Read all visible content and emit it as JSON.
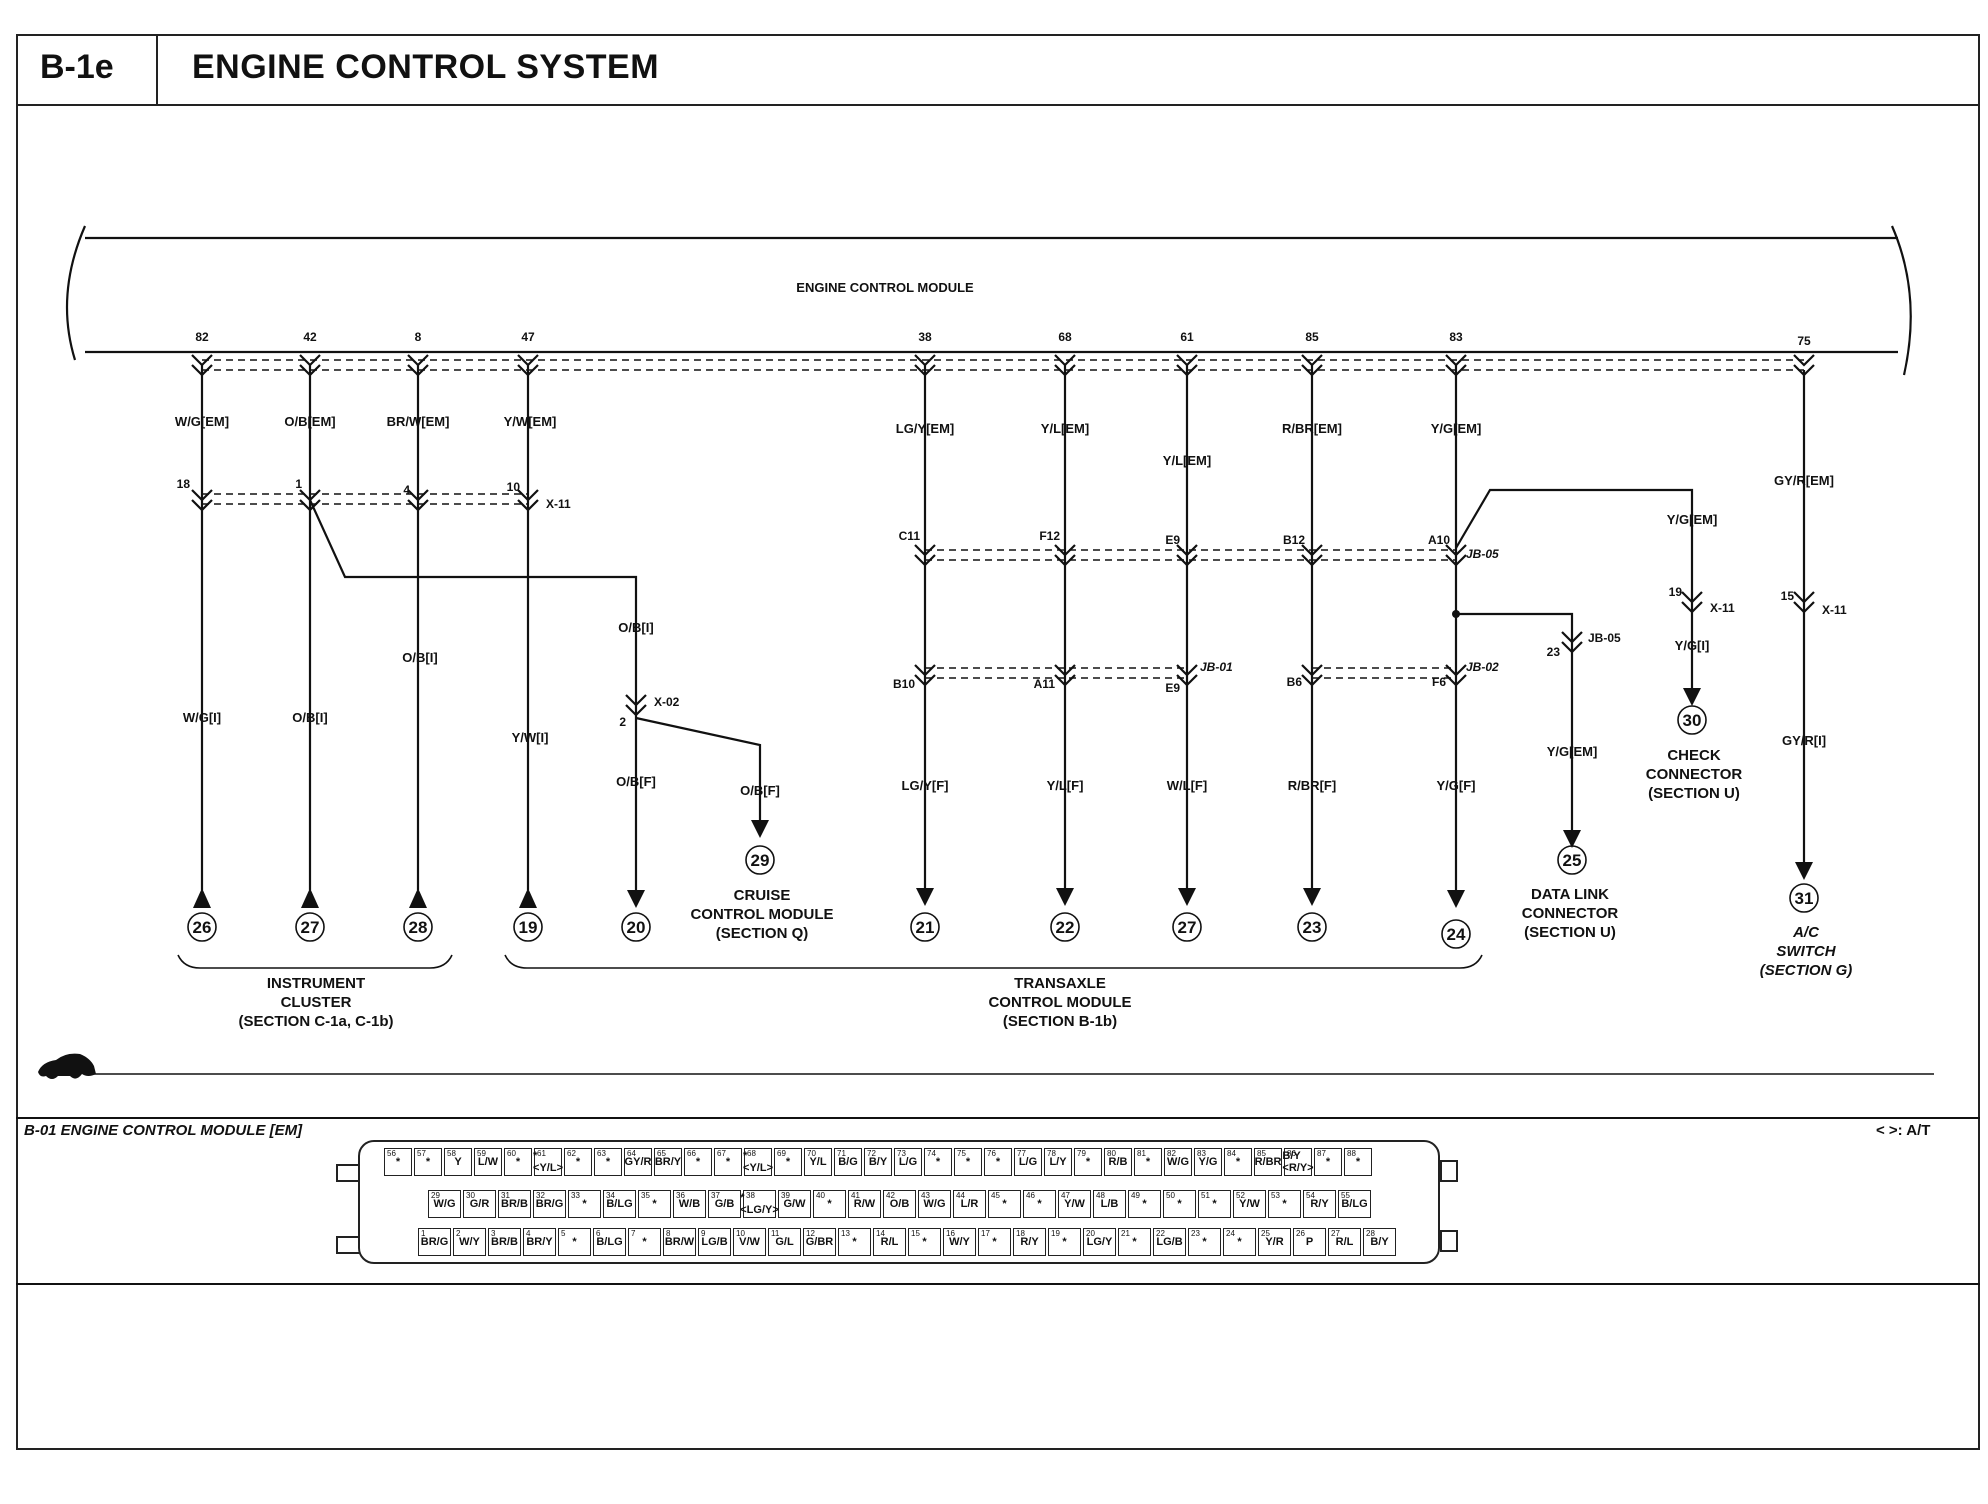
{
  "header": {
    "code": "B-1e",
    "title": "ENGINE CONTROL SYSTEM"
  },
  "diagram": {
    "ecm_label": "ENGINE CONTROL MODULE",
    "pins": [
      "82",
      "42",
      "8",
      "47",
      "38",
      "68",
      "61",
      "85",
      "83",
      "75"
    ],
    "wires": {
      "w82": {
        "upper": "W/G[EM]",
        "conn_pin": "18",
        "lower": "W/G[I]",
        "ref": "26"
      },
      "w42": {
        "upper": "O/B[EM]",
        "conn_pin": "1",
        "lower": "O/B[I]",
        "ref": "27"
      },
      "w8": {
        "upper": "BR/W[EM]",
        "conn_pin": "4",
        "mid": "O/B[I]",
        "ref": "28"
      },
      "w47": {
        "upper": "Y/W[EM]",
        "conn_pin": "10",
        "conn": "X-11",
        "lower": "Y/W[I]",
        "ref": "19"
      },
      "branch": {
        "label1": "O/B[I]",
        "conn": "X-02",
        "pin": "2",
        "lower": "O/B[F]",
        "ref": "20",
        "side": "O/B[F]",
        "side_ref": "29"
      },
      "w38": {
        "upper": "LG/Y[EM]",
        "pin_top": "C11",
        "pin_bot": "B10",
        "lower": "LG/Y[F]",
        "ref": "21"
      },
      "w68": {
        "upper": "Y/L[EM]",
        "pin_top": "F12",
        "pin_bot": "A11",
        "lower": "Y/L[F]",
        "ref": "22"
      },
      "w61": {
        "upper": "Y/L[EM]",
        "pin_top": "E9",
        "conn_top": "JB-01",
        "pin_bot": "E9",
        "lower": "W/L[F]",
        "ref": "27"
      },
      "w85": {
        "upper": "R/BR[EM]",
        "pin_top": "B12",
        "pin_bot": "B6",
        "lower": "R/BR[F]",
        "ref": "23"
      },
      "w83": {
        "upper": "Y/G[EM]",
        "pin_top": "A10",
        "conn_top": "JB-05",
        "pin_bot": "F6",
        "conn_bot": "JB-02",
        "lower": "Y/G[F]",
        "ref": "24"
      },
      "dlc": {
        "pin": "23",
        "conn": "JB-05",
        "lower": "Y/G[EM]",
        "ref": "25"
      },
      "check": {
        "upper": "Y/G[EM]",
        "pin": "19",
        "conn": "X-11",
        "lower": "Y/G[I]",
        "ref": "30"
      },
      "w75": {
        "upper": "GY/R[EM]",
        "pin": "15",
        "conn": "X-11",
        "lower": "GY/R[I]",
        "ref": "31"
      }
    },
    "captions": {
      "cruise": [
        "CRUISE",
        "CONTROL MODULE",
        "(SECTION Q)"
      ],
      "instrument": [
        "INSTRUMENT",
        "CLUSTER",
        "(SECTION C-1a, C-1b)"
      ],
      "transaxle": [
        "TRANSAXLE",
        "CONTROL MODULE",
        "(SECTION B-1b)"
      ],
      "dlc": [
        "DATA LINK",
        "CONNECTOR",
        "(SECTION U)"
      ],
      "check": [
        "CHECK",
        "CONNECTOR",
        "(SECTION U)"
      ],
      "ac": [
        "A/C",
        "SWITCH",
        "(SECTION G)"
      ]
    }
  },
  "connector": {
    "title": "B-01 ENGINE CONTROL MODULE [EM]",
    "legend": "< >: A/T",
    "row1": [
      {
        "p": "56",
        "w": "*"
      },
      {
        "p": "57",
        "w": "*"
      },
      {
        "p": "58",
        "w": "Y"
      },
      {
        "p": "59",
        "w": "L/W"
      },
      {
        "p": "60",
        "w": "*"
      },
      {
        "p": "61",
        "w": "* <Y/L>"
      },
      {
        "p": "62",
        "w": "*"
      },
      {
        "p": "63",
        "w": "*"
      },
      {
        "p": "64",
        "w": "GY/R"
      },
      {
        "p": "65",
        "w": "BR/Y"
      },
      {
        "p": "66",
        "w": "*"
      },
      {
        "p": "67",
        "w": "*"
      },
      {
        "p": "68",
        "w": "* <Y/L>"
      },
      {
        "p": "69",
        "w": "*"
      },
      {
        "p": "70",
        "w": "Y/L"
      },
      {
        "p": "71",
        "w": "B/G"
      },
      {
        "p": "72",
        "w": "B/Y"
      },
      {
        "p": "73",
        "w": "L/G"
      },
      {
        "p": "74",
        "w": "*"
      },
      {
        "p": "75",
        "w": "*"
      },
      {
        "p": "76",
        "w": "*"
      },
      {
        "p": "77",
        "w": "L/G"
      },
      {
        "p": "78",
        "w": "L/Y"
      },
      {
        "p": "79",
        "w": "*"
      },
      {
        "p": "80",
        "w": "R/B"
      },
      {
        "p": "81",
        "w": "*"
      },
      {
        "p": "82",
        "w": "W/G"
      },
      {
        "p": "83",
        "w": "Y/G"
      },
      {
        "p": "84",
        "w": "*"
      },
      {
        "p": "85",
        "w": "R/BR"
      },
      {
        "p": "86",
        "w": "B/Y <R/Y>"
      },
      {
        "p": "87",
        "w": "*"
      },
      {
        "p": "88",
        "w": "*"
      }
    ],
    "row2": [
      {
        "p": "29",
        "w": "W/G"
      },
      {
        "p": "30",
        "w": "G/R"
      },
      {
        "p": "31",
        "w": "BR/B"
      },
      {
        "p": "32",
        "w": "BR/G"
      },
      {
        "p": "33",
        "w": "*"
      },
      {
        "p": "34",
        "w": "B/LG"
      },
      {
        "p": "35",
        "w": "*"
      },
      {
        "p": "36",
        "w": "W/B"
      },
      {
        "p": "37",
        "w": "G/B"
      },
      {
        "p": "38",
        "w": "* <LG/Y>"
      },
      {
        "p": "39",
        "w": "G/W"
      },
      {
        "p": "40",
        "w": "*"
      },
      {
        "p": "41",
        "w": "R/W"
      },
      {
        "p": "42",
        "w": "O/B"
      },
      {
        "p": "43",
        "w": "W/G"
      },
      {
        "p": "44",
        "w": "L/R"
      },
      {
        "p": "45",
        "w": "*"
      },
      {
        "p": "46",
        "w": "*"
      },
      {
        "p": "47",
        "w": "Y/W"
      },
      {
        "p": "48",
        "w": "L/B"
      },
      {
        "p": "49",
        "w": "*"
      },
      {
        "p": "50",
        "w": "*"
      },
      {
        "p": "51",
        "w": "*"
      },
      {
        "p": "52",
        "w": "Y/W"
      },
      {
        "p": "53",
        "w": "*"
      },
      {
        "p": "54",
        "w": "R/Y"
      },
      {
        "p": "55",
        "w": "B/LG"
      }
    ],
    "row3": [
      {
        "p": "1",
        "w": "BR/G"
      },
      {
        "p": "2",
        "w": "W/Y"
      },
      {
        "p": "3",
        "w": "BR/B"
      },
      {
        "p": "4",
        "w": "BR/Y"
      },
      {
        "p": "5",
        "w": "*"
      },
      {
        "p": "6",
        "w": "B/LG"
      },
      {
        "p": "7",
        "w": "*"
      },
      {
        "p": "8",
        "w": "BR/W"
      },
      {
        "p": "9",
        "w": "LG/B"
      },
      {
        "p": "10",
        "w": "V/W"
      },
      {
        "p": "11",
        "w": "G/L"
      },
      {
        "p": "12",
        "w": "G/BR"
      },
      {
        "p": "13",
        "w": "*"
      },
      {
        "p": "14",
        "w": "R/L"
      },
      {
        "p": "15",
        "w": "*"
      },
      {
        "p": "16",
        "w": "W/Y"
      },
      {
        "p": "17",
        "w": "*"
      },
      {
        "p": "18",
        "w": "R/Y"
      },
      {
        "p": "19",
        "w": "*"
      },
      {
        "p": "20",
        "w": "LG/Y"
      },
      {
        "p": "21",
        "w": "*"
      },
      {
        "p": "22",
        "w": "LG/B"
      },
      {
        "p": "23",
        "w": "*"
      },
      {
        "p": "24",
        "w": "*"
      },
      {
        "p": "25",
        "w": "Y/R"
      },
      {
        "p": "26",
        "w": "P"
      },
      {
        "p": "27",
        "w": "R/L"
      },
      {
        "p": "28",
        "w": "B/Y"
      }
    ]
  }
}
